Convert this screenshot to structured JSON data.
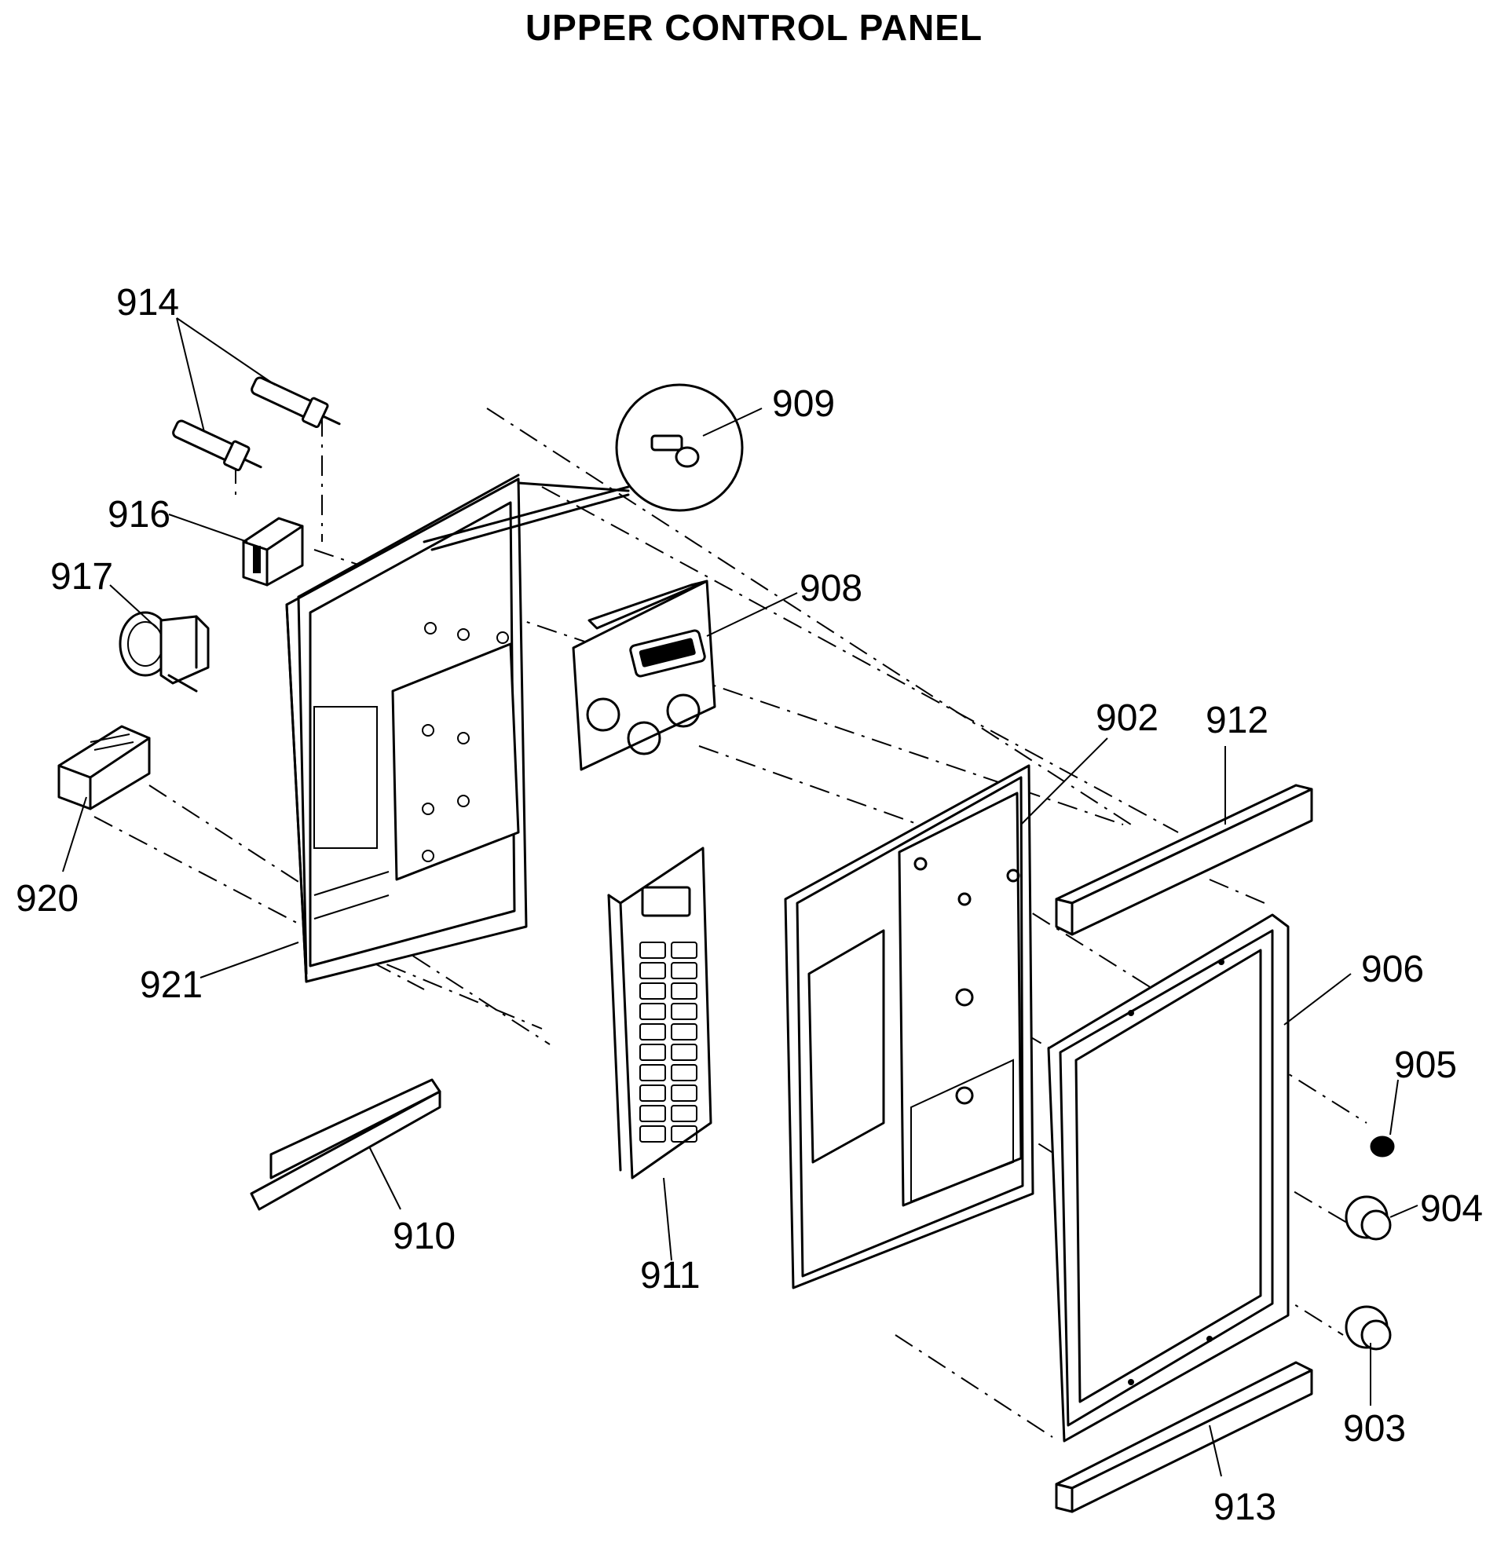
{
  "title_top": "",
  "title": "UPPER CONTROL PANEL",
  "callouts": {
    "p902": "902",
    "p903": "903",
    "p904": "904",
    "p905": "905",
    "p906": "906",
    "p908": "908",
    "p909": "909",
    "p910": "910",
    "p911": "911",
    "p912": "912",
    "p913": "913",
    "p914": "914",
    "p916": "916",
    "p917": "917",
    "p920": "920",
    "p921": "921"
  }
}
